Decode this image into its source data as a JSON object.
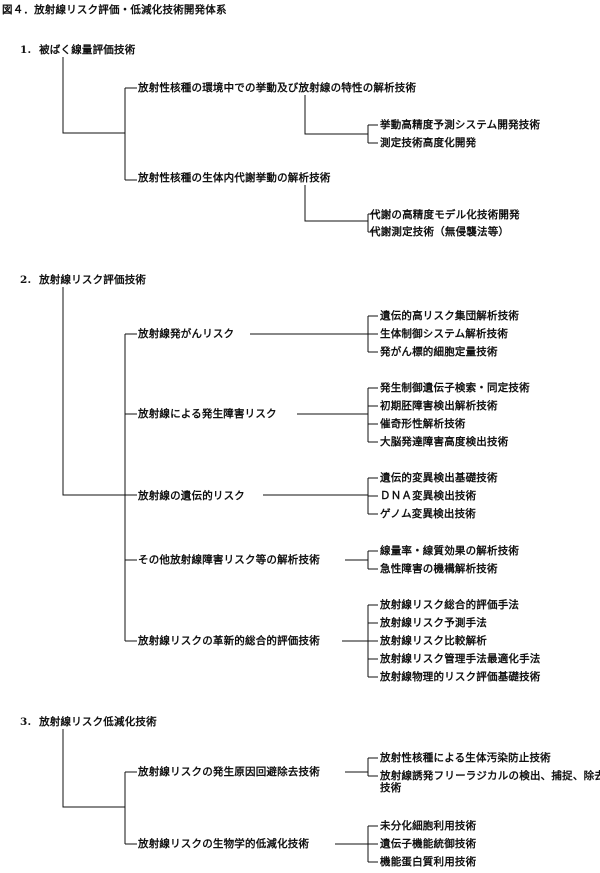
{
  "figure_title": "図４．放射線リスク評価・低減化技術開発体系",
  "sections": [
    {
      "number": "1.",
      "title": "被ばく線量評価技術",
      "groups": [
        {
          "label": "放射性核種の環境中での挙動及び放射線の特性の解析技術",
          "items": [
            "挙動高精度予測システム開発技術",
            "測定技術高度化開発"
          ]
        },
        {
          "label": "放射性核種の生体内代謝挙動の解析技術",
          "items": [
            "代謝の高精度モデル化技術開発",
            "代謝測定技術（無侵襲法等）"
          ]
        }
      ]
    },
    {
      "number": "2.",
      "title": "放射線リスク評価技術",
      "groups": [
        {
          "label": "放射線発がんリスク",
          "items": [
            "遺伝的高リスク集団解析技術",
            "生体制御システム解析技術",
            "発がん標的細胞定量技術"
          ]
        },
        {
          "label": "放射線による発生障害リスク",
          "items": [
            "発生制御遺伝子検索・同定技術",
            "初期胚障害検出解析技術",
            "催奇形性解析技術",
            "大脳発達障害高度検出技術"
          ]
        },
        {
          "label": "放射線の遺伝的リスク",
          "items": [
            "遺伝的変異検出基礎技術",
            "ＤＮＡ変異検出技術",
            "ゲノム変異検出技術"
          ]
        },
        {
          "label": "その他放射線障害リスク等の解析技術",
          "items": [
            "線量率・線質効果の解析技術",
            "急性障害の機構解析技術"
          ]
        },
        {
          "label": "放射線リスクの革新的総合的評価技術",
          "items": [
            "放射線リスク総合的評価手法",
            "放射線リスク予測手法",
            "放射線リスク比較解析",
            "放射線リスク管理手法最適化手法",
            "放射線物理的リスク評価基礎技術"
          ]
        }
      ]
    },
    {
      "number": "3.",
      "title": "放射線リスク低減化技術",
      "groups": [
        {
          "label": "放射線リスクの発生原因回避除去技術",
          "items": [
            "放射性核種による生体汚染防止技術",
            "放射線誘発フリーラジカルの検出、捕捉、除去技術"
          ]
        },
        {
          "label": "放射線リスクの生物学的低減化技術",
          "items": [
            "未分化細胞利用技術",
            "遺伝子機能統御技術",
            "機能蛋白質利用技術"
          ]
        }
      ]
    }
  ]
}
